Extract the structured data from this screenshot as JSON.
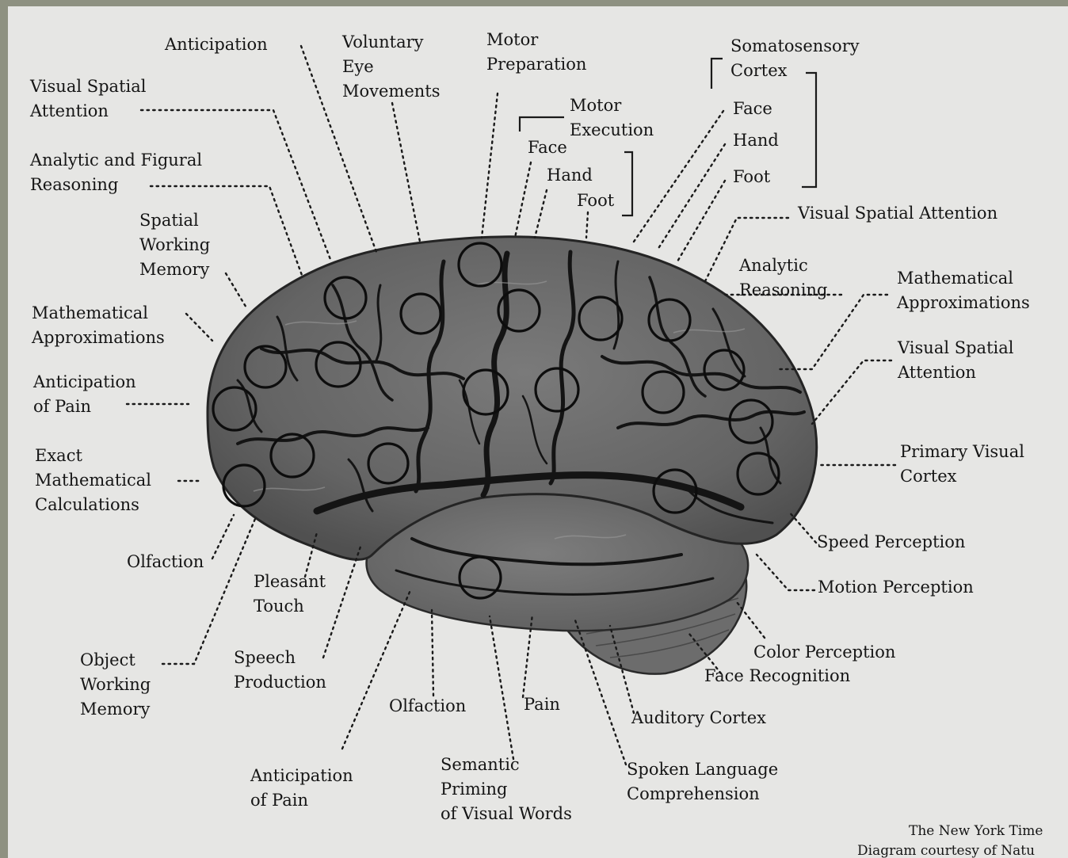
{
  "labels": {
    "anticipation": "Anticipation",
    "voluntary_eye_movements": "Voluntary\nEye\nMovements",
    "motor_preparation": "Motor\nPreparation",
    "somatosensory_cortex": "Somatosensory\nCortex",
    "somato_face": "Face",
    "somato_hand": "Hand",
    "somato_foot": "Foot",
    "visual_spatial_attention_left": "Visual Spatial\nAttention",
    "motor_execution": "Motor\nExecution",
    "motor_face": "Face",
    "motor_hand": "Hand",
    "motor_foot": "Foot",
    "analytic_figural_reasoning": "Analytic and Figural\nReasoning",
    "spatial_working_memory": "Spatial\nWorking\nMemory",
    "visual_spatial_attention_top_right": "Visual Spatial Attention",
    "analytic_reasoning": "Analytic\nReasoning",
    "mathematical_approximations_left": "Mathematical\nApproximations",
    "mathematical_approximations_right": "Mathematical\nApproximations",
    "visual_spatial_attention_right": "Visual Spatial\nAttention",
    "anticipation_of_pain_left": "Anticipation\nof Pain",
    "exact_mathematical_calculations": "Exact\nMathematical\nCalculations",
    "primary_visual_cortex": "Primary Visual\nCortex",
    "olfaction_left": "Olfaction",
    "speed_perception": "Speed Perception",
    "pleasant_touch": "Pleasant\nTouch",
    "motion_perception": "Motion Perception",
    "object_working_memory": "Object\nWorking\nMemory",
    "speech_production": "Speech\nProduction",
    "color_perception": "Color Perception",
    "face_recognition": "Face Recognition",
    "olfaction_bottom": "Olfaction",
    "pain": "Pain",
    "auditory_cortex": "Auditory Cortex",
    "anticipation_of_pain_bottom": "Anticipation\nof Pain",
    "semantic_priming": "Semantic\nPriming\nof Visual Words",
    "spoken_language_comprehension": "Spoken Language\nComprehension"
  },
  "credit": {
    "line1": "The New York Time",
    "line2": "Diagram courtesy of Natu"
  },
  "colors": {
    "outer_border": "#8e9181",
    "page_background": "#e6e6e4",
    "brain_fill": "#707070",
    "ink": "#151515"
  }
}
